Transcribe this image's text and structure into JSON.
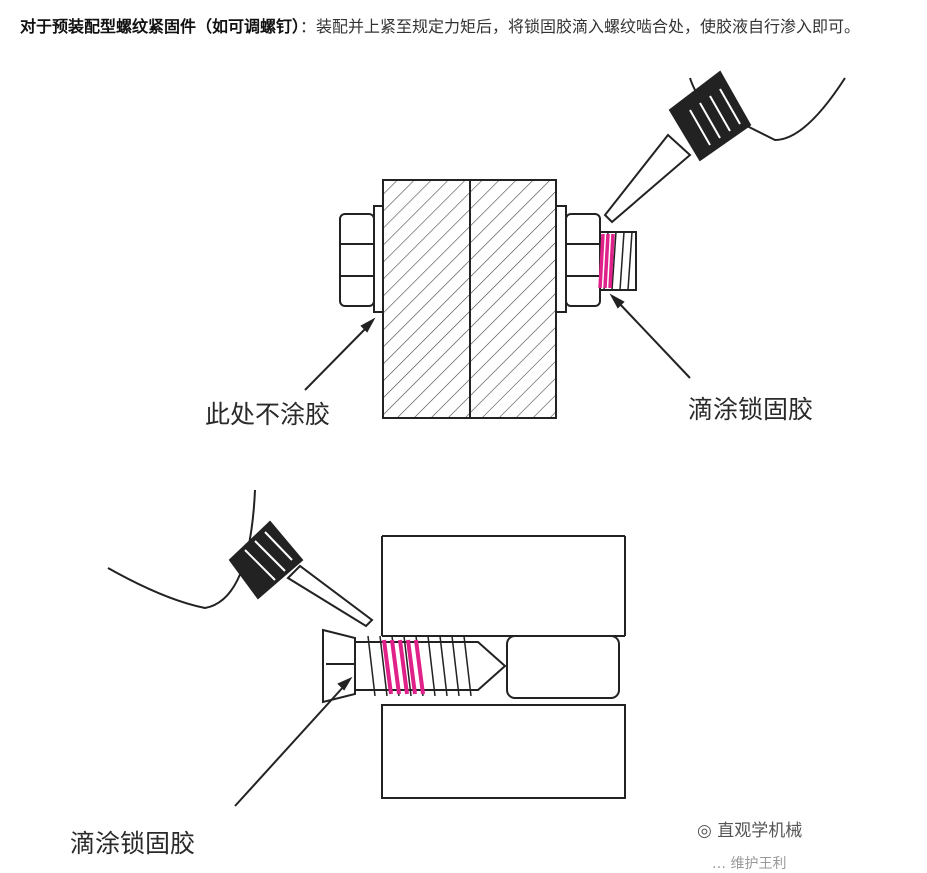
{
  "intro": {
    "bold": "对于预装配型螺纹紧固件（如可调螺钉）",
    "rest": "：装配并上紧至规定力矩后，将锁固胶滴入螺纹啮合处，使胶液自行渗入即可。"
  },
  "labels": {
    "no_glue": "此处不涂胶",
    "drip_top": "滴涂锁固胶",
    "drip_bottom": "滴涂锁固胶"
  },
  "watermark": {
    "text": "直观学机械",
    "icon": "wechat-icon",
    "partial": "… 维护王利"
  },
  "colors": {
    "glue": "#e0218a",
    "line": "#222222"
  }
}
